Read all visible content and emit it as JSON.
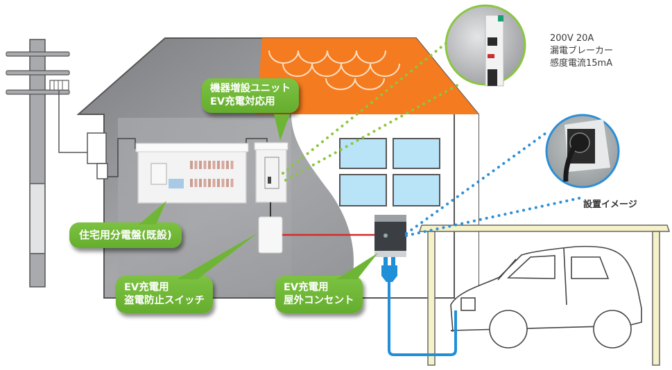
{
  "diagram": {
    "title": "EV charging outlet installation",
    "labels": {
      "expansion_unit": [
        "機器増設ユニット",
        "EV充電対応用"
      ],
      "distribution_board": [
        "住宅用分電盤(既設)"
      ],
      "anti_theft_switch": [
        "EV充電用",
        "盗電防止スイッチ"
      ],
      "outdoor_outlet": [
        "EV充電用",
        "屋外コンセント"
      ]
    },
    "breaker_spec": [
      "200V  20A",
      "漏電ブレーカー",
      "感度電流15mA"
    ],
    "install_caption": "設置イメージ",
    "colors": {
      "bubble_green": "#72b83a",
      "roof_orange": "#f47b20",
      "house_gray": "#8e8f92",
      "window_blue": "#b9e3f7",
      "cable_blue": "#1f8fd8",
      "wire_red": "#d42a2a",
      "carport_cream": "#f5f1c8",
      "green_dots": "#8cc63f",
      "blue_dots": "#2a8fd6"
    }
  }
}
